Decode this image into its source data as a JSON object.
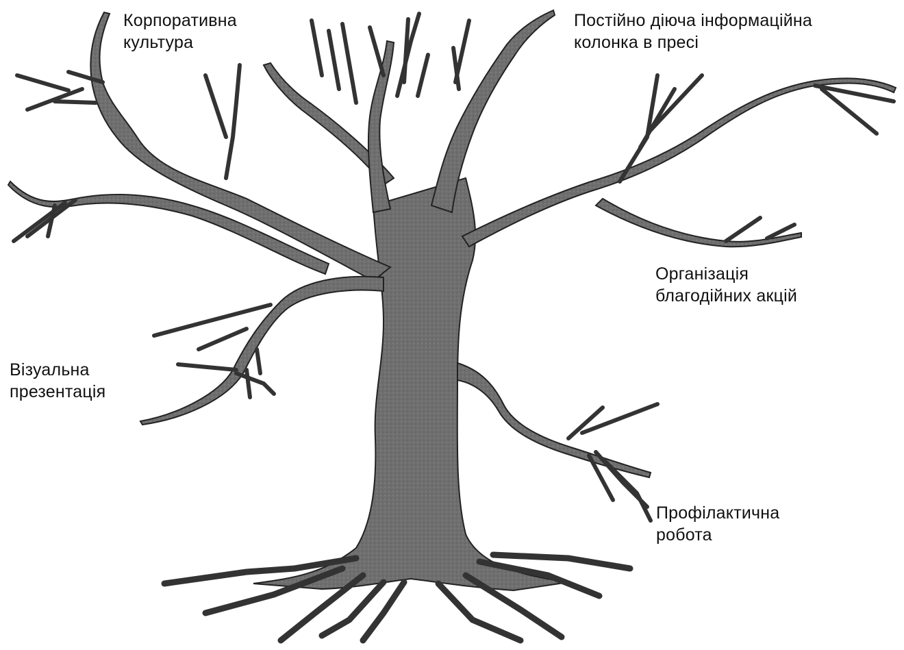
{
  "diagram": {
    "labels": {
      "corporate_culture": {
        "line1": "Корпоративна",
        "line2": "культура"
      },
      "press_column": {
        "line1": "Постійно діюча інформаційна",
        "line2": "колонка в пресі"
      },
      "charity": {
        "line1": "Організація",
        "line2": "благодійних акцій"
      },
      "visual_presentation": {
        "line1": "Візуальна",
        "line2": "презентація"
      },
      "prevention_work": {
        "line1": "Профілактична",
        "line2": "робота"
      }
    },
    "colors": {
      "tree_fill": "#6f6f6f",
      "tree_outline": "#222222",
      "background": "#ffffff",
      "text": "#111111"
    }
  }
}
